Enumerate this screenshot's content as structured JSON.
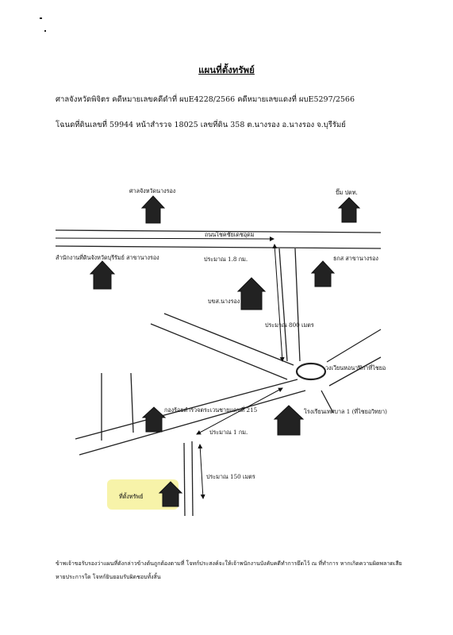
{
  "title": "แผนที่ตั้งทรัพย์",
  "header": {
    "line1": "ศาลจังหวัดพิจิตร  คดีหมายเลขคดีดำที่ ผบE4228/2566  คดีหมายเลขแดงที่ ผบE5297/2566",
    "line2": "โฉนดที่ดินเลขที่  59944  หน้าสำรวจ  18025  เลขที่ดิน  358  ต.นางรอง  อ.นางรอง  จ.บุรีรัมย์"
  },
  "map": {
    "road_label": "ถนนโชคชัยเดชอุดม",
    "landmarks": {
      "court": "ศาลจังหวัดนางรอง",
      "gas_station": "ปั๊ม ปตท.",
      "land_office": "สำนักงานที่ดินจังหวัดบุรีรัมย์  สาขานางรอง",
      "baac": "ธกส  สาขานางรอง",
      "transport_co": "บขส.นางรอง",
      "roundabout": "วงเวียนหอนาฬิกาที่ไชยอ",
      "police": "กองร้อยตำรวจตระเวนชายแดนที่ 215",
      "school": "โรงเรียนเทศบาล 1 (ที่ไชยอวิทยา)",
      "property": "ที่ตั้งทรัพย์"
    },
    "distances": {
      "d1": "ประมาณ 1.8 กม.",
      "d2": "ประมาณ 800 เมตร",
      "d3": "ประมาณ 1 กม.",
      "d4": "ประมาณ 150 เมตร"
    }
  },
  "footer": {
    "note": "ข้าพเจ้าขอรับรองว่าแผนที่ดังกล่าวข้างต้นถูกต้องตามที่ โจทก์ประสงค์จะให้เจ้าพนักงานบังคับคดีทำการยึดไว้ ณ ที่ทำการ หากเกิดความผิดพลาดเสียหายประการใด โจทก์ยินยอมรับผิดชอบทั้งสิ้น"
  }
}
